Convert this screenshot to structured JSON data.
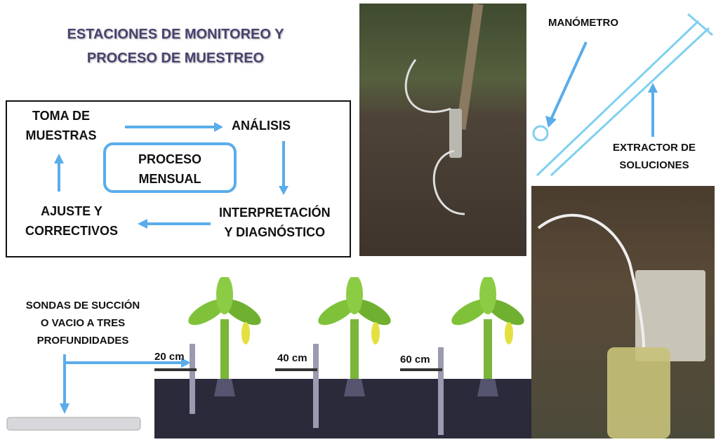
{
  "title": {
    "line1": "ESTACIONES DE MONITOREO Y",
    "line2": "PROCESO DE MUESTREO"
  },
  "cycle": {
    "toma": {
      "l1": "TOMA DE",
      "l2": "MUESTRAS"
    },
    "analisis": "ANÁLISIS",
    "interpretacion": {
      "l1": "INTERPRETACIÓN",
      "l2": "Y DIAGNÓSTICO"
    },
    "ajuste": {
      "l1": "AJUSTE Y",
      "l2": "CORRECTIVOS"
    },
    "center": {
      "l1": "PROCESO",
      "l2": "MENSUAL"
    }
  },
  "equipment": {
    "manometro": "MANÓMETRO",
    "extractor": {
      "l1": "EXTRACTOR DE",
      "l2": "SOLUCIONES"
    }
  },
  "probes": {
    "caption": {
      "l1": "SONDAS DE SUCCIÓN",
      "l2": "O VACIO A TRES",
      "l3": "PROFUNDIDADES"
    },
    "depths": [
      "20 cm",
      "40 cm",
      "60 cm"
    ]
  },
  "colors": {
    "title": "#4b416f",
    "arrow": "#5aacea",
    "soil": "#2b2a3a"
  }
}
